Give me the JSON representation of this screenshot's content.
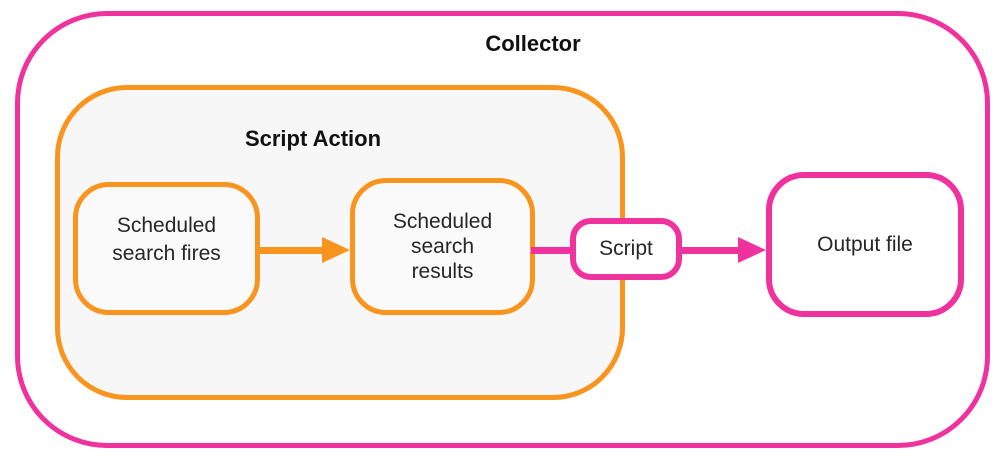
{
  "diagram": {
    "collector": {
      "label": "Collector"
    },
    "script_action": {
      "label": "Script Action"
    },
    "nodes": {
      "fires": {
        "label": "Scheduled\nsearch fires"
      },
      "results": {
        "label": "Scheduled\nsearch\nresults"
      },
      "script": {
        "label": "Script"
      },
      "output": {
        "label": "Output file"
      }
    },
    "colors": {
      "pink": "#F0329E",
      "orange": "#F9941E",
      "script_action_bg": "#F7F7F7",
      "node_bg": "#FAFAFA",
      "heading_text": "#111111",
      "node_text": "#262626"
    }
  }
}
